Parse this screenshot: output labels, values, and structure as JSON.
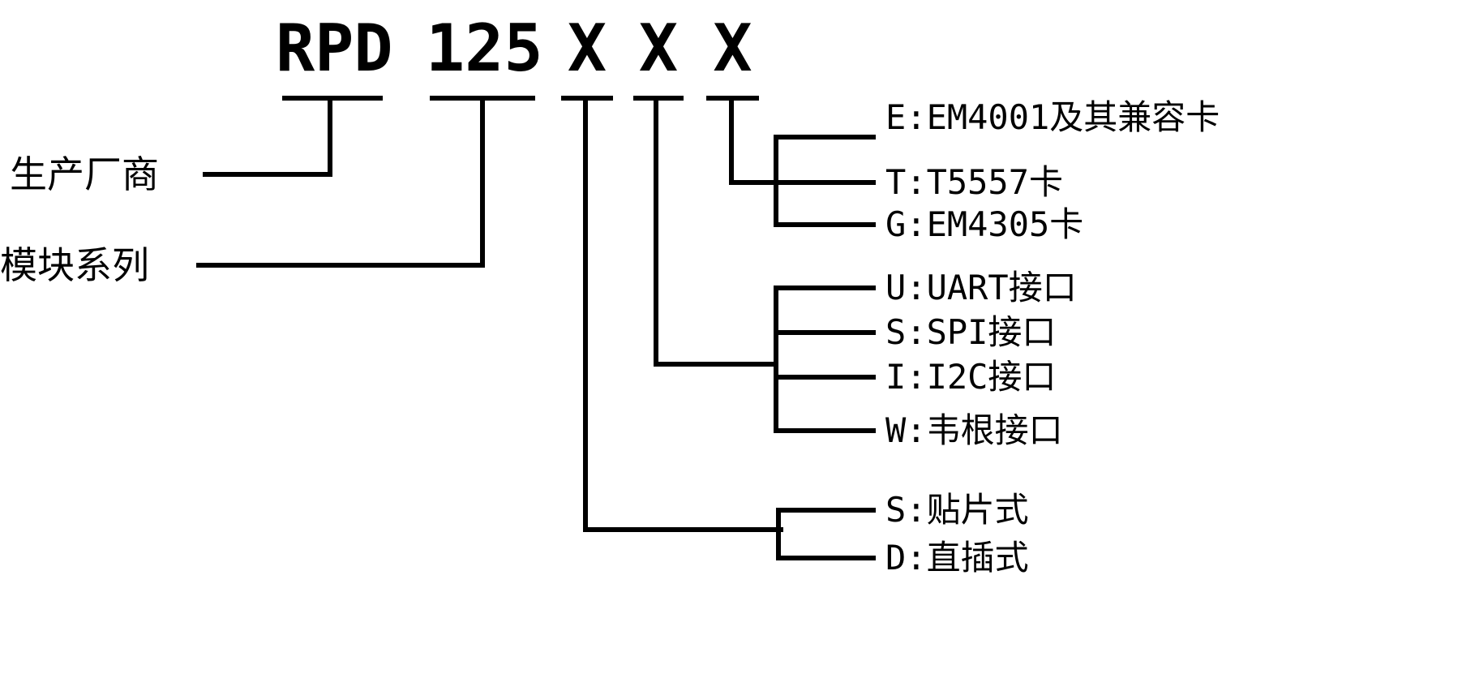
{
  "model_segments": [
    "RPD",
    "125",
    "X",
    "X",
    "X"
  ],
  "left_labels": {
    "manufacturer": "生产厂商",
    "module_series": "模块系列"
  },
  "card_type_options": [
    "E:EM4001及其兼容卡",
    "T:T5557卡",
    "G:EM4305卡"
  ],
  "interface_options": [
    "U:UART接口",
    "S:SPI接口",
    "I:I2C接口",
    "W:韦根接口"
  ],
  "package_options": [
    "S:贴片式",
    "D:直插式"
  ],
  "colors": {
    "line": "#000000",
    "background": "#ffffff",
    "text": "#000000"
  }
}
